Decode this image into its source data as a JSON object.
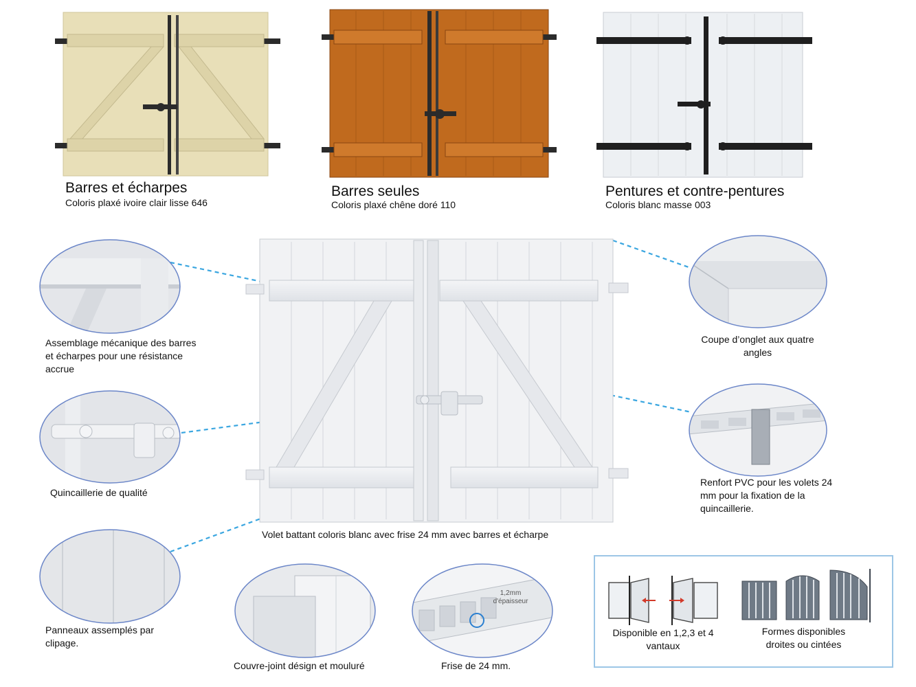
{
  "products": [
    {
      "title": "Barres et écharpes",
      "subtitle": "Coloris plaxé ivoire clair lisse 646",
      "color": "#e8dfb8"
    },
    {
      "title": "Barres seules",
      "subtitle": "Coloris plaxé chêne doré 110",
      "color": "#c06a1e"
    },
    {
      "title": "Pentures et contre-pentures",
      "subtitle": "Coloris blanc masse 003",
      "color": "#edf0f3"
    }
  ],
  "main_caption": "Volet battant coloris blanc avec frise 24 mm avec barres et écharpe",
  "features": {
    "assemblage": "Assemblage mécanique des barres et écharpes pour une résistance accrue",
    "quincaillerie": "Quincaillerie de qualité",
    "panneaux": "Panneaux assemplés par clipage.",
    "coupe": "Coupe d’onglet aux quatre angles",
    "renfort": "Renfort PVC pour les volets 24 mm pour la fixation de la quincaillerie.",
    "couvre_joint": "Couvre-joint désign et mouluré",
    "frise": "Frise de 24 mm.",
    "frise_label": "1,2mm d'épaisseur"
  },
  "options_box": {
    "vantaux": "Disponible en 1,2,3 et 4 vantaux",
    "formes": "Formes disponibles droites ou cintées"
  },
  "colors": {
    "leader": "#3aa6e0",
    "circle_border": "#6b86c8",
    "box_border": "#9cc6e6"
  }
}
